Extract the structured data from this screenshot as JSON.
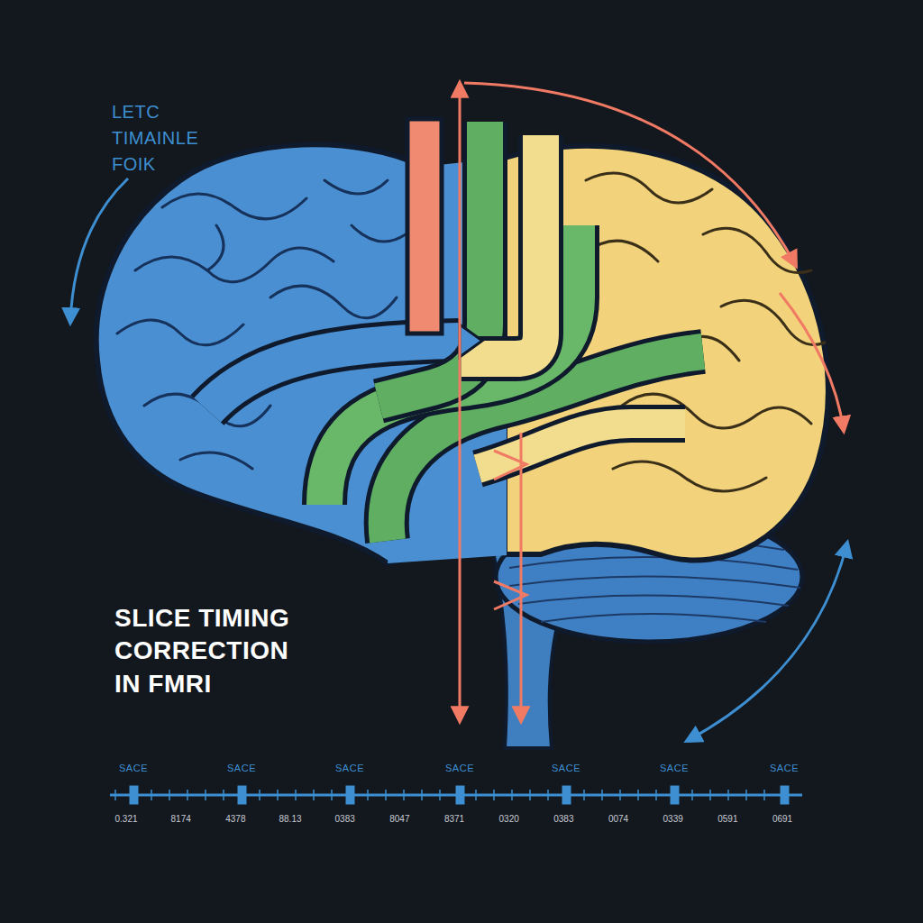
{
  "diagram": {
    "title": "SLICE TIMING CORRECTION IN FMRI",
    "labels": [
      "LETC TIMAINLE FOIK",
      "SACE",
      "SACE",
      "SACE",
      "SACE",
      "SACE",
      "SACE",
      "SACE",
      "0.321",
      "8174",
      "4378",
      "88.13",
      "0383",
      "8047",
      "8371",
      "0320",
      "0383",
      "0074",
      "0339",
      "0591",
      "0691"
    ]
  }
}
